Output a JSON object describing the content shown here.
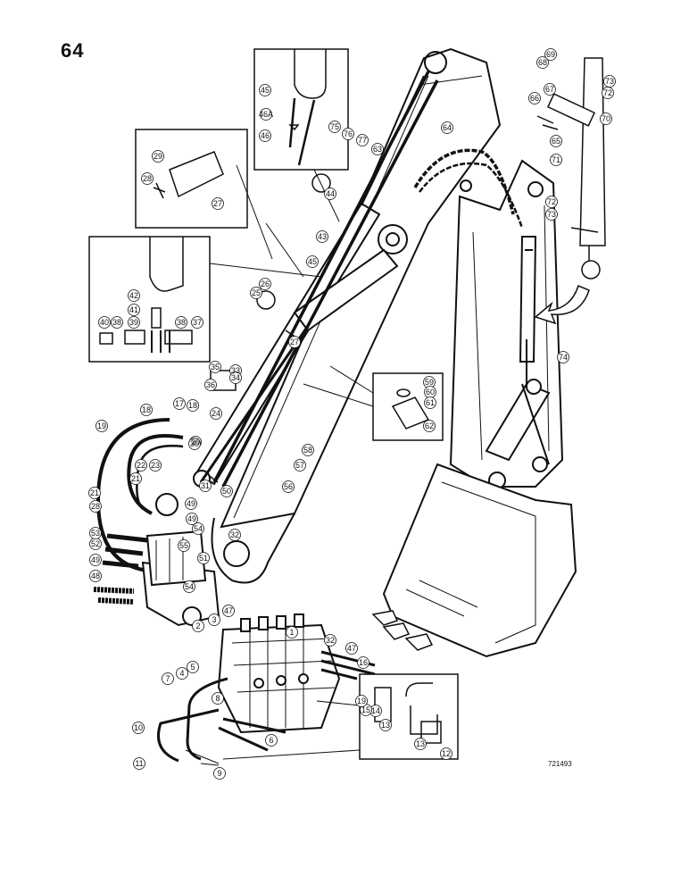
{
  "page": {
    "number": "64",
    "drawing_code": "721493"
  },
  "callouts": {
    "c1": "1",
    "c2": "2",
    "c3": "3",
    "c4": "4",
    "c5": "5",
    "c6": "6",
    "c7": "7",
    "c8": "8",
    "c9": "9",
    "c10": "10",
    "c11": "11",
    "c12": "12",
    "c13a": "13",
    "c13b": "13",
    "c14": "14",
    "c15": "15",
    "c16": "16",
    "c17": "17",
    "c18a": "18",
    "c18b": "18",
    "c19a": "19",
    "c19b": "19",
    "c20": "20",
    "c21a": "21",
    "c21b": "21",
    "c22": "22",
    "c23": "23",
    "c24": "24",
    "c25": "25",
    "c26": "26",
    "c27a": "27",
    "c27b": "27",
    "c28a": "28",
    "c28b": "28",
    "c29": "29",
    "c30": "30",
    "c31": "31",
    "c32a": "32",
    "c32b": "32",
    "c33": "33",
    "c34": "34",
    "c35": "35",
    "c36": "36",
    "c37": "37",
    "c38a": "38",
    "c38b": "38",
    "c39": "39",
    "c40": "40",
    "c41": "41",
    "c42": "42",
    "c43": "43",
    "c44": "44",
    "c45a": "45",
    "c45b": "45",
    "c46": "46",
    "c46a": "46A",
    "c47a": "47",
    "c47b": "47",
    "c48": "48",
    "c49a": "49",
    "c49b": "49",
    "c49c": "49",
    "c50": "50",
    "c51": "51",
    "c52": "52",
    "c53": "53",
    "c54a": "54",
    "c54b": "54",
    "c55": "55",
    "c56": "56",
    "c57": "57",
    "c58": "58",
    "c59": "59",
    "c60": "60",
    "c61": "61",
    "c62": "62",
    "c63": "63",
    "c64": "64",
    "c65": "65",
    "c66": "66",
    "c67": "67",
    "c68": "68",
    "c69": "69",
    "c70": "70",
    "c71": "71",
    "c72a": "72",
    "c72b": "72",
    "c73a": "73",
    "c73b": "73",
    "c74": "74",
    "c75": "75",
    "c76": "76",
    "c77": "77"
  }
}
